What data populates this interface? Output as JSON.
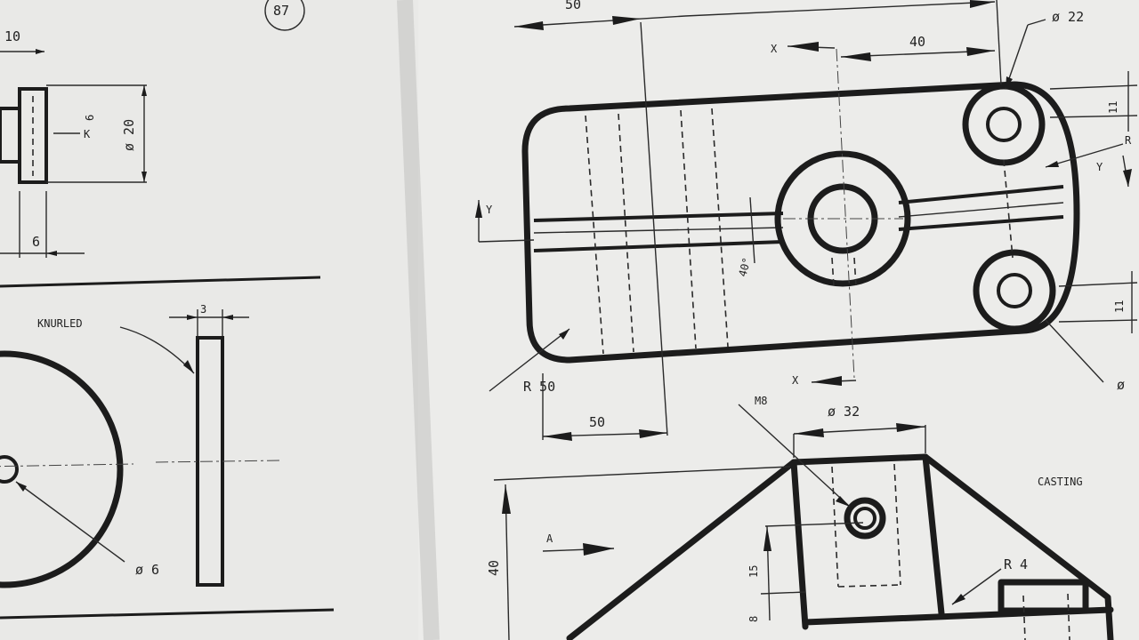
{
  "page_number": "87",
  "left_sheet": {
    "dims": {
      "d10": "10",
      "d6_top": "6",
      "d_phi20": "ø 20",
      "k_label": "K",
      "d6_bottom": "6"
    },
    "knurled_label": "KNURLED",
    "d3": "3",
    "phi6": "ø 6"
  },
  "right_sheet": {
    "top_view": {
      "d50_top": "50",
      "d40": "40",
      "phi22": "ø 22",
      "x_label": "X",
      "y_label": "Y",
      "r_label": "R",
      "r50": "R 50",
      "d50_bottom": "50",
      "angle": "40°",
      "d11_top": "11",
      "d11_bottom": "11",
      "phi_right": "ø"
    },
    "front_view": {
      "m8": "M8",
      "phi32": "ø 32",
      "casting": "CASTING",
      "a_label": "A",
      "d40": "40",
      "d15": "15",
      "d8": "8",
      "r4": "R 4"
    }
  }
}
